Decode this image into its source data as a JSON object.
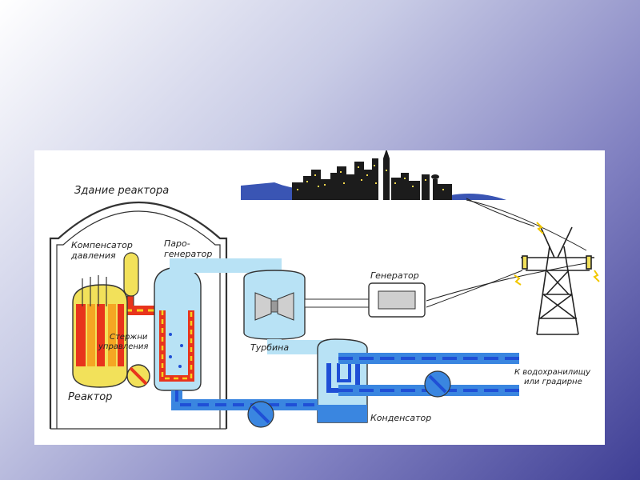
{
  "diagram": {
    "labels": {
      "reactor_building": "Здание реактора",
      "pressurizer_line1": "Компенсатор",
      "pressurizer_line2": "давления",
      "steam_gen_line1": "Паро-",
      "steam_gen_line2": "генератор",
      "generator": "Генератор",
      "control_rods_line1": "Стержни",
      "control_rods_line2": "управления",
      "turbine": "Турбина",
      "reactor": "Реактор",
      "condenser": "Конденсатор",
      "reservoir_line1": "К водохранилищу",
      "reservoir_line2": "или градирне"
    },
    "colors": {
      "background_gradient_start": "#ffffff",
      "background_gradient_end": "#3f3f95",
      "building_outline": "#333333",
      "reactor_body": "#f2e15a",
      "primary_loop": "#e8341c",
      "primary_loop_dash": "#f5d21e",
      "water": "#b8e2f5",
      "water_dash": "#1f4fd6",
      "water_deep": "#3a86e0",
      "city_silhouette": "#1c1c1c",
      "mountain": "#3a55b4"
    }
  }
}
